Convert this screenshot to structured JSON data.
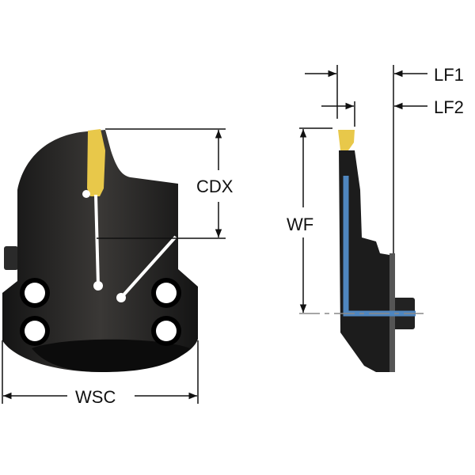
{
  "front_view": {
    "dimensions": {
      "cdx": "CDX",
      "wsc": "WSC"
    }
  },
  "side_view": {
    "dimensions": {
      "lf1": "LF1",
      "lf2": "LF2",
      "wf": "WF"
    }
  },
  "colors": {
    "body": "#1a1a1a",
    "insert": "#e8c84a",
    "coolant": "#4f86bf",
    "line": "#111111"
  }
}
